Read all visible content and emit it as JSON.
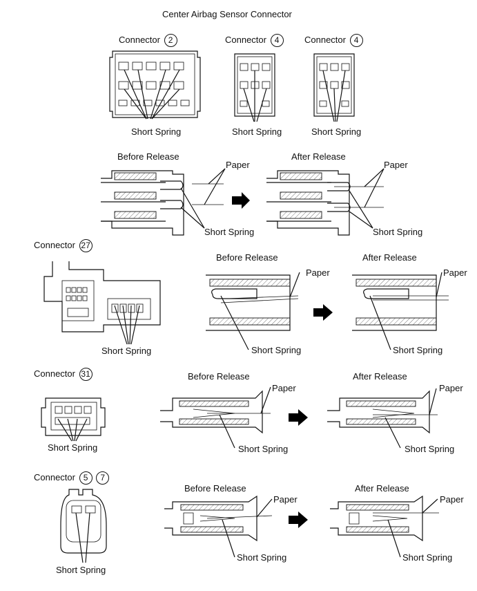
{
  "title": "Center Airbag Sensor Connector",
  "connector_word": "Connector",
  "connectors": {
    "c2": "2",
    "c4a": "4",
    "c4b": "4",
    "c27": "27",
    "c31": "31",
    "c5": "5",
    "c7": "7"
  },
  "labels": {
    "short_spring": "Short Spring",
    "paper": "Paper",
    "before_release": "Before Release",
    "after_release": "After Release"
  }
}
